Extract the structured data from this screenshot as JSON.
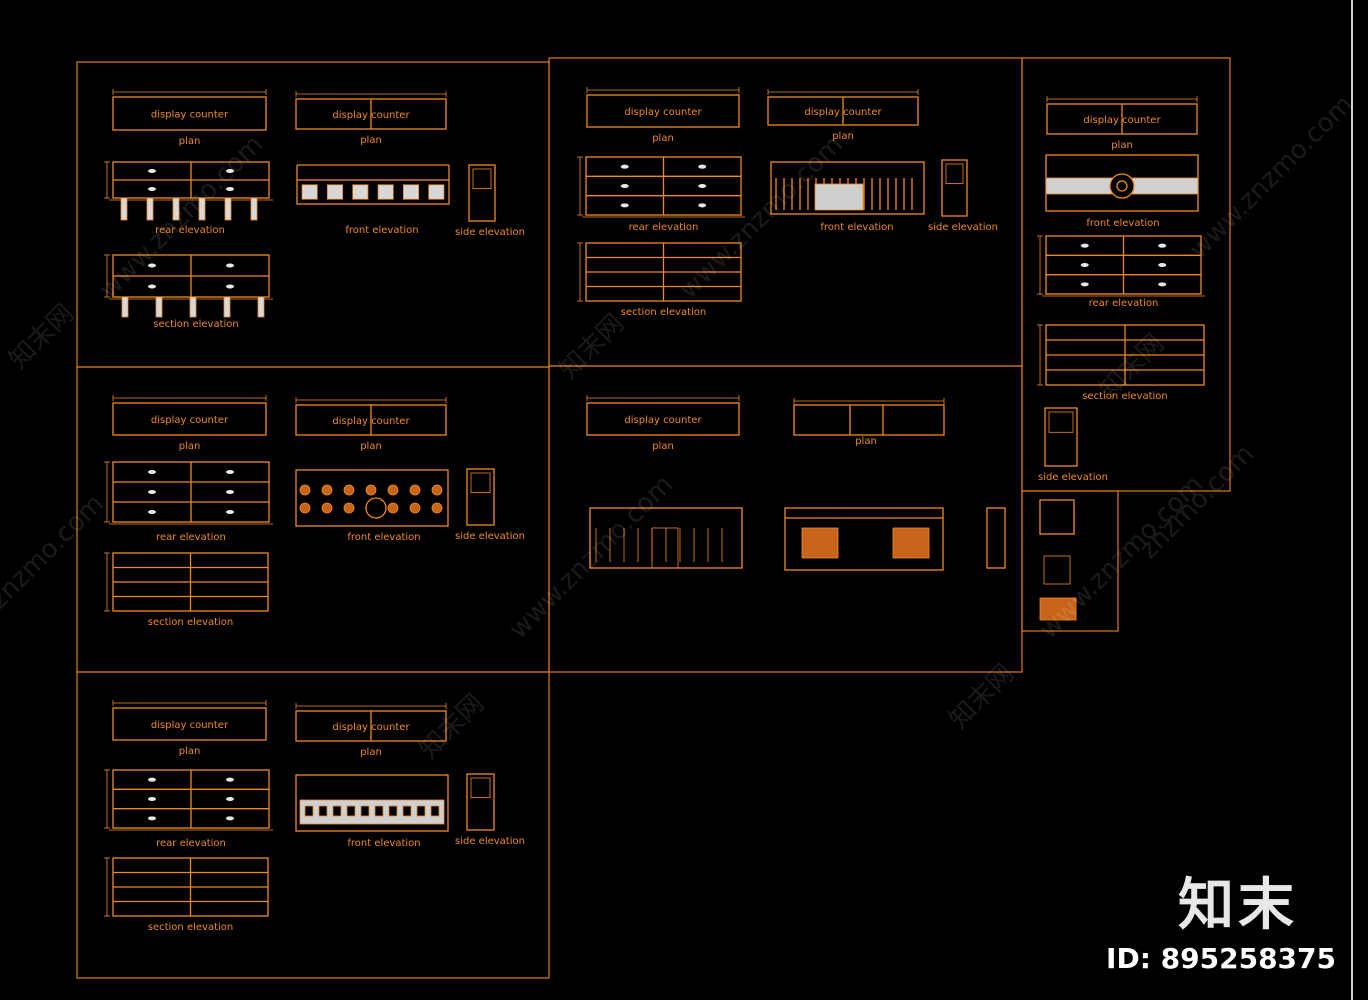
{
  "sheet": {
    "labels": {
      "display_counter": "display counter",
      "plan": "plan",
      "rear_elevation": "rear elevation",
      "front_elevation": "front elevation",
      "side_elevation": "side elevation",
      "section_elevation": "section elevation"
    }
  },
  "watermark": {
    "site": "znzmo.com",
    "site_long": "www.znzmo.com",
    "cn": "知末网"
  },
  "brand": {
    "logo_text": "知末",
    "id_text": "ID: 895258375"
  },
  "colors": {
    "background": "#000000",
    "line": "#f08a1e",
    "frame": "#e07a18",
    "light": "#e8e8e8"
  }
}
